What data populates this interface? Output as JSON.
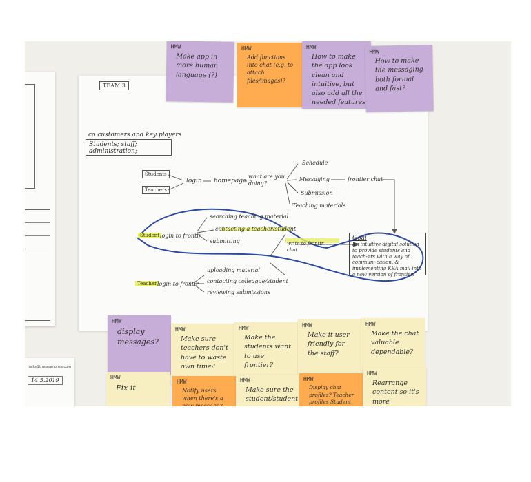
{
  "poster": {
    "team": "TEAM 3",
    "customers_title": "co customers and key players",
    "customers_line": "Students; staff; administration;",
    "flow": {
      "students": "Students",
      "teachers": "Teachers",
      "login": "login",
      "homepage": "homepage",
      "question": "what are you doing?",
      "schedule": "Schedule",
      "messaging": "Messaging",
      "submission": "Submission",
      "materials": "Teaching materials",
      "frontier": "frontier chat"
    },
    "student_branch": {
      "label": "Student",
      "login": "login to frontir",
      "items": [
        "searching teaching material",
        "contacting a teacher/student",
        "submitting"
      ]
    },
    "teacher_branch": {
      "label": "Teacher",
      "login": "login to frontir",
      "items": [
        "uploading material",
        "contacting colleague/student",
        "reviewing submissions"
      ]
    },
    "write_label": "write to frontir chat",
    "goal_title": "Goal",
    "goal_text": "An intuitive digital solution to provide students and teach-ers with a way of communi-cation, & implementing KEA mail into a new version of frontier."
  },
  "notes_top": [
    {
      "tag": "HMW",
      "text": "Make app in more human language (?)"
    },
    {
      "tag": "HMW",
      "text": "Add functions into chat (e.g. to attach files/images)?"
    },
    {
      "tag": "HMW",
      "text": "How to make the app look clean and intuitive, but also add all the needed features"
    },
    {
      "tag": "HMW",
      "text": "How to make the messaging both formal and fast?"
    }
  ],
  "notes_bottom": [
    {
      "tag": "HMW",
      "text": "display messages?"
    },
    {
      "tag": "HMW",
      "text": "Make sure teachers don't have to waste own time?"
    },
    {
      "tag": "HMW",
      "text": "Make the students want to use frontier?"
    },
    {
      "tag": "HMW",
      "text": "Make it user friendly for the staff?"
    },
    {
      "tag": "HMW",
      "text": "Make the chat valuable dependable?"
    }
  ],
  "notes_lower": [
    {
      "tag": "HMW",
      "text": "Fix it"
    },
    {
      "tag": "HMW",
      "text": "Notify users when there's a new message?"
    },
    {
      "tag": "HMW",
      "text": "Make sure the student/student"
    },
    {
      "tag": "HMW",
      "text": "Display chat profiles? Teacher profiles Student profiles"
    },
    {
      "tag": "HMW",
      "text": "Rearrange content so it's more understandable?"
    }
  ],
  "card": {
    "email": "hello@theseamonsa.com",
    "date": "14.5.2019"
  },
  "colors": {
    "purple": "#c7aed9",
    "orange": "#ffab4f",
    "yellow": "#f7efc2",
    "blue_loop": "#2d4aa3",
    "highlight": "#e9f06a"
  }
}
